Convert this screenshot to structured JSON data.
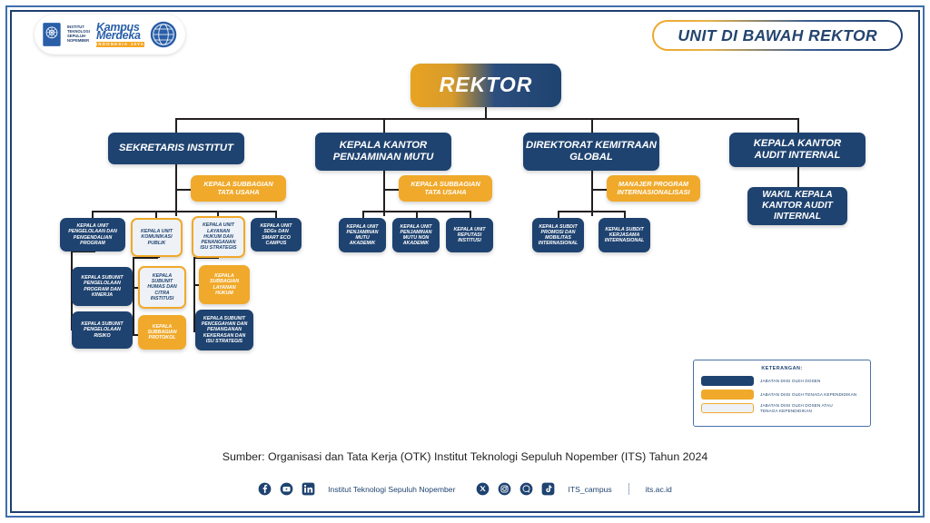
{
  "header": {
    "banner_title": "UNIT DI BAWAH REKTOR",
    "logo_its_line1": "INSTITUT",
    "logo_its_line2": "TEKNOLOGI",
    "logo_its_line3": "SEPULUH NOPEMBER",
    "logo_kampus_line1": "Kampus",
    "logo_kampus_line2": "Merdeka",
    "logo_kampus_tagline": "INDONESIA JAYA"
  },
  "chart_data": {
    "type": "diagram",
    "title": "UNIT DI BAWAH REKTOR",
    "root": "REKTOR",
    "nodes": [
      {
        "id": "rektor",
        "label": "REKTOR",
        "fill": "gradient",
        "level": 0
      },
      {
        "id": "sekretaris",
        "label": "SEKRETARIS  INSTITUT",
        "fill": "navy",
        "level": 1
      },
      {
        "id": "sek-tu",
        "label": "KEPALA SUBBAGIAN\nTATA USAHA",
        "fill": "gold",
        "level": 2
      },
      {
        "id": "sek-u1",
        "label": "KEPALA UNIT\nPENGELOLAAN DAN\nPENGENDALIAN\nPROGRAM",
        "fill": "navy",
        "level": 3
      },
      {
        "id": "sek-u1-s1",
        "label": "KEPALA SUBUNIT\nPENGELOLAAN\nPROGRAM DAN\nKINERJA",
        "fill": "navy",
        "level": 4
      },
      {
        "id": "sek-u1-s2",
        "label": "KEPALA SUBUNIT\nPENGELOLAAN\nRISIKO",
        "fill": "navy",
        "level": 4
      },
      {
        "id": "sek-u2",
        "label": "KEPALA UNIT\nKOMUNIKASI\nPUBLIK",
        "fill": "white",
        "level": 3
      },
      {
        "id": "sek-u2-s1",
        "label": "KEPALA\nSUBUNIT\nHUMAS DAN\nCITRA\nINSTITUSI",
        "fill": "white",
        "level": 4
      },
      {
        "id": "sek-u2-s2",
        "label": "KEPALA\nSUBBAGIAN\nPROTOKOL",
        "fill": "gold",
        "level": 4
      },
      {
        "id": "sek-u3",
        "label": "KEPALA UNIT\nLAYANAN\nHUKUM DAN\nPENANGANAN\nISU STRATEGIS",
        "fill": "white",
        "level": 3
      },
      {
        "id": "sek-u3-s1",
        "label": "KEPALA\nSUBBAGIAN\nLAYANAN\nHUKUM",
        "fill": "gold",
        "level": 4
      },
      {
        "id": "sek-u3-s2",
        "label": "KEPALA SUBUNIT\nPENCEGAHAN DAN\nPENANGANAN\nKEKERASAN DAN\nISU STRATEGIS",
        "fill": "navy",
        "level": 4
      },
      {
        "id": "sek-u4",
        "label": "KEPALA UNIT\nSDGs DAN\nSMART ECO\nCAMPUS",
        "fill": "navy",
        "level": 3
      },
      {
        "id": "kpm",
        "label": "KEPALA KANTOR\nPENJAMINAN MUTU",
        "fill": "navy",
        "level": 1
      },
      {
        "id": "kpm-tu",
        "label": "KEPALA SUBBAGIAN\nTATA USAHA",
        "fill": "gold",
        "level": 2
      },
      {
        "id": "kpm-u1",
        "label": "KEPALA UNIT\nPENJAMINAN\nMUTU\nAKADEMIK",
        "fill": "navy",
        "level": 3
      },
      {
        "id": "kpm-u2",
        "label": "KEPALA UNIT\nPENJAMINAN\nMUTU NON\nAKADEMIK",
        "fill": "navy",
        "level": 3
      },
      {
        "id": "kpm-u3",
        "label": "KEPALA UNIT\nREPUTASI\nINSTITUSI",
        "fill": "navy",
        "level": 3
      },
      {
        "id": "dkg",
        "label": "DIREKTORAT KEMITRAAN\nGLOBAL",
        "fill": "navy",
        "level": 1
      },
      {
        "id": "dkg-mgr",
        "label": "MANAJER PROGRAM\nINTERNASIONALISASI",
        "fill": "gold",
        "level": 2
      },
      {
        "id": "dkg-u1",
        "label": "KEPALA SUBDIT\nPROMOSI DAN\nMOBILITAS\nINTERNASIONAL",
        "fill": "navy",
        "level": 3
      },
      {
        "id": "dkg-u2",
        "label": "KEPALA SUBDIT\nKERJASAMA\nINTERNASIONAL",
        "fill": "navy",
        "level": 3
      },
      {
        "id": "kai",
        "label": "KEPALA KANTOR\nAUDIT INTERNAL",
        "fill": "navy",
        "level": 1
      },
      {
        "id": "kai-wakil",
        "label": "WAKIL KEPALA\nKANTOR AUDIT\nINTERNAL",
        "fill": "navy",
        "level": 2
      }
    ],
    "edges": [
      [
        "rektor",
        "sekretaris"
      ],
      [
        "rektor",
        "kpm"
      ],
      [
        "rektor",
        "dkg"
      ],
      [
        "rektor",
        "kai"
      ],
      [
        "sekretaris",
        "sek-tu"
      ],
      [
        "sekretaris",
        "sek-u1"
      ],
      [
        "sekretaris",
        "sek-u2"
      ],
      [
        "sekretaris",
        "sek-u3"
      ],
      [
        "sekretaris",
        "sek-u4"
      ],
      [
        "sek-u1",
        "sek-u1-s1"
      ],
      [
        "sek-u1",
        "sek-u1-s2"
      ],
      [
        "sek-u2",
        "sek-u2-s1"
      ],
      [
        "sek-u2",
        "sek-u2-s2"
      ],
      [
        "sek-u3",
        "sek-u3-s1"
      ],
      [
        "sek-u3",
        "sek-u3-s2"
      ],
      [
        "kpm",
        "kpm-tu"
      ],
      [
        "kpm",
        "kpm-u1"
      ],
      [
        "kpm",
        "kpm-u2"
      ],
      [
        "kpm",
        "kpm-u3"
      ],
      [
        "dkg",
        "dkg-mgr"
      ],
      [
        "dkg",
        "dkg-u1"
      ],
      [
        "dkg",
        "dkg-u2"
      ],
      [
        "kai",
        "kai-wakil"
      ]
    ],
    "colors": {
      "navy": "#1f4370",
      "gold": "#f0a92a",
      "white": "#eef2f7",
      "line": "#231f20",
      "frame_outer": "#3f6fad",
      "frame_inner": "#1e3f6f"
    }
  },
  "legend": {
    "title": "KETERANGAN:",
    "items": [
      {
        "color": "navy",
        "label": "JABATAN DIISI OLEH DOSEN"
      },
      {
        "color": "gold",
        "label": "JABATAN DIISI OLEH TENAGA KEPENDIDIKAN"
      },
      {
        "color": "white",
        "label": "JABATAN DIISI OLEH DOSEN ATAU\nTENAGA KEPENDIDIKAN"
      }
    ]
  },
  "source": {
    "text": "Sumber: Organisasi dan Tata Kerja (OTK) Institut Teknologi Sepuluh Nopember (ITS) Tahun 2024"
  },
  "footer": {
    "left_icons": [
      "facebook-icon",
      "youtube-icon",
      "linkedin-icon"
    ],
    "left_name": "Institut Teknologi Sepuluh Nopember",
    "right_icons": [
      "x-twitter-icon",
      "instagram-icon",
      "threads-icon",
      "tiktok-icon"
    ],
    "right_handle": "ITS_campus",
    "website": "its.ac.id"
  }
}
